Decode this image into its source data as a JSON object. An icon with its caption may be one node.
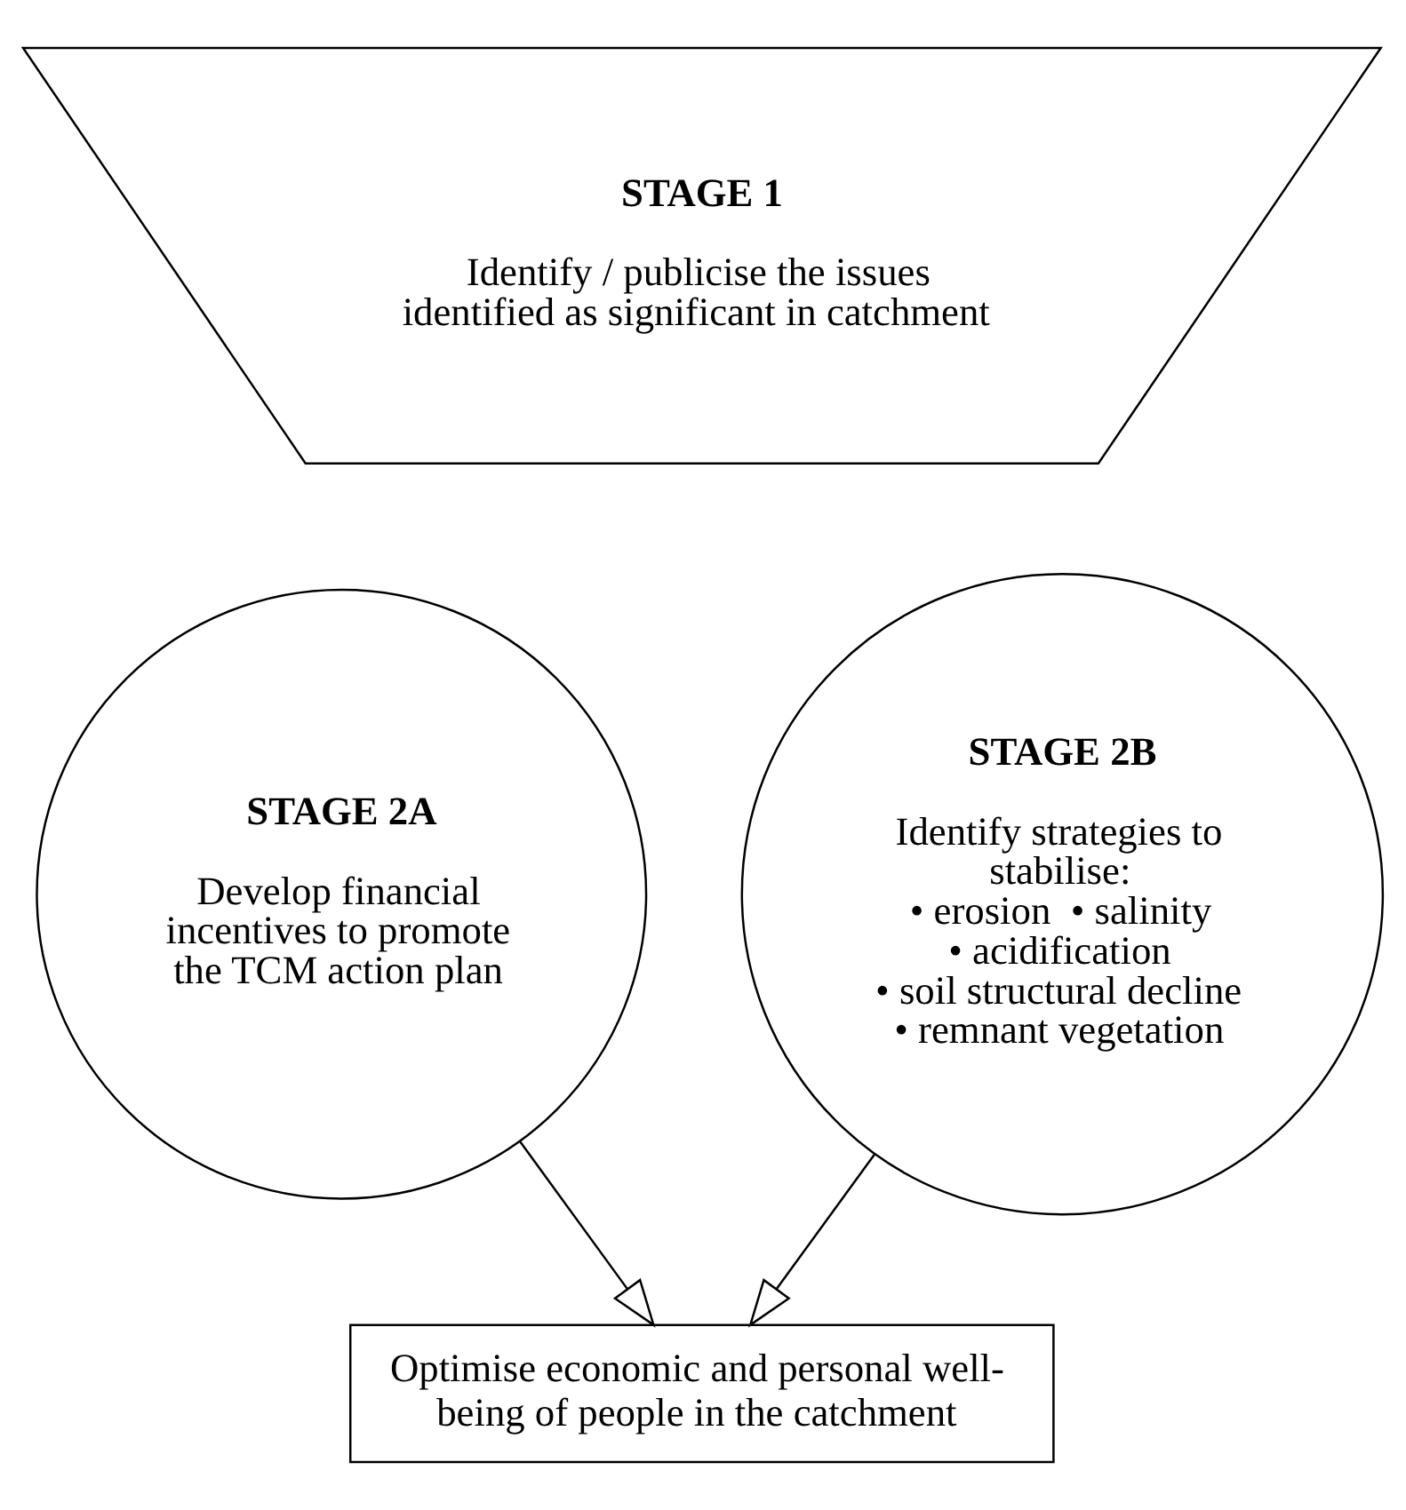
{
  "diagram": {
    "nodes": [
      {
        "text": [
          "STAGE 1",
          "Identify / publicise the issues identified as significant in catchment"
        ]
      },
      {
        "text": [
          "STAGE 2A",
          "Develop financial incentives to promote the TCM action plan"
        ]
      },
      {
        "text": [
          "STAGE 2B",
          "Identify strategies to stabilise:",
          "• erosion  • salinity",
          "• acidification",
          "• soil structural decline",
          "• remnant vegetation"
        ]
      },
      {
        "text": [
          "Optimise economic and personal well-being of people in the catchment"
        ]
      }
    ],
    "edges": [
      {
        "from": 1,
        "to": 3,
        "arrow": "to"
      },
      {
        "from": 2,
        "to": 3,
        "arrow": "to"
      }
    ]
  }
}
